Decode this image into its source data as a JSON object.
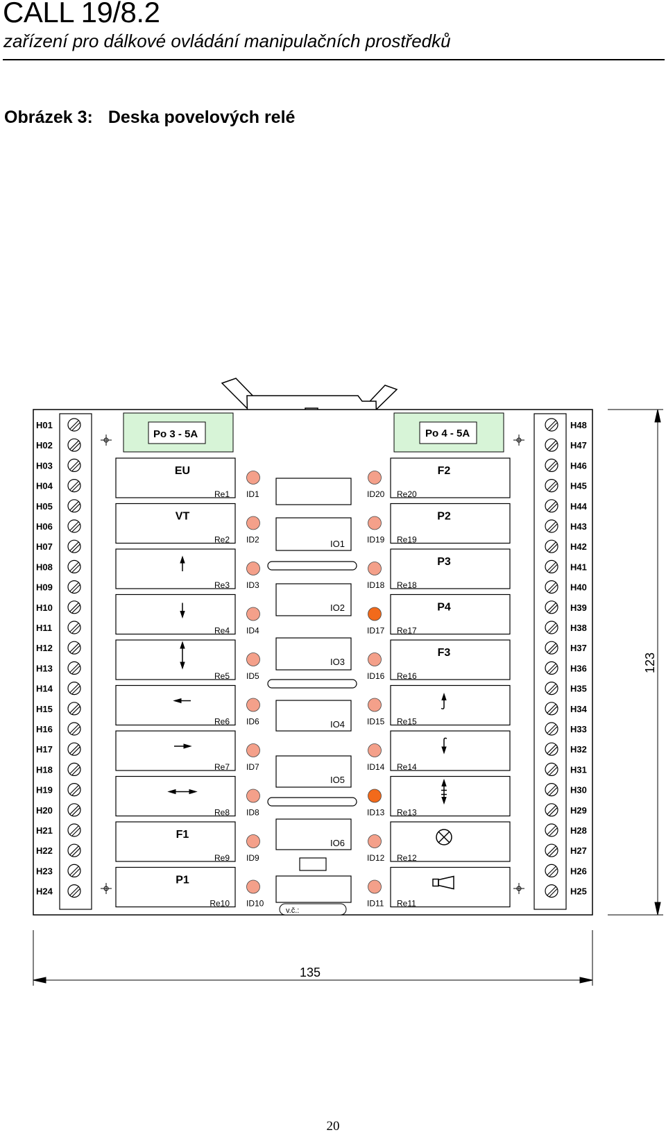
{
  "header": {
    "title": "CALL 19/8.2",
    "subtitle": "zařízení pro dálkové ovládání manipulačních prostředků"
  },
  "caption": {
    "label": "Obrázek 3:",
    "title": "Deska povelových relé"
  },
  "terminals_left": [
    "H01",
    "H02",
    "H03",
    "H04",
    "H05",
    "H06",
    "H07",
    "H08",
    "H09",
    "H10",
    "H11",
    "H12",
    "H13",
    "H14",
    "H15",
    "H16",
    "H17",
    "H18",
    "H19",
    "H20",
    "H21",
    "H22",
    "H23",
    "H24"
  ],
  "terminals_right": [
    "H48",
    "H47",
    "H46",
    "H45",
    "H44",
    "H43",
    "H42",
    "H41",
    "H40",
    "H39",
    "H38",
    "H37",
    "H36",
    "H35",
    "H34",
    "H33",
    "H32",
    "H31",
    "H30",
    "H29",
    "H28",
    "H27",
    "H26",
    "H25"
  ],
  "fuses": {
    "left": "Po 3 - 5A",
    "right": "Po 4 - 5A"
  },
  "relays_left": [
    {
      "name": "EU",
      "symbol": "",
      "re": "Re1",
      "id": "ID1",
      "led": "normal"
    },
    {
      "name": "VT",
      "symbol": "",
      "re": "Re2",
      "id": "ID2",
      "led": "normal"
    },
    {
      "name": "",
      "symbol": "arrow-up",
      "re": "Re3",
      "id": "ID3",
      "led": "normal"
    },
    {
      "name": "",
      "symbol": "arrow-down",
      "re": "Re4",
      "id": "ID4",
      "led": "normal"
    },
    {
      "name": "",
      "symbol": "arrow-up-down",
      "re": "Re5",
      "id": "ID5",
      "led": "normal"
    },
    {
      "name": "",
      "symbol": "arrow-left",
      "re": "Re6",
      "id": "ID6",
      "led": "normal"
    },
    {
      "name": "",
      "symbol": "arrow-right",
      "re": "Re7",
      "id": "ID7",
      "led": "normal"
    },
    {
      "name": "",
      "symbol": "arrow-left-right",
      "re": "Re8",
      "id": "ID8",
      "led": "normal"
    },
    {
      "name": "F1",
      "symbol": "",
      "re": "Re9",
      "id": "ID9",
      "led": "normal"
    },
    {
      "name": "P1",
      "symbol": "",
      "re": "Re10",
      "id": "ID10",
      "led": "normal"
    }
  ],
  "relays_right": [
    {
      "name": "F2",
      "symbol": "",
      "re": "Re20",
      "id": "ID20",
      "led": "normal"
    },
    {
      "name": "P2",
      "symbol": "",
      "re": "Re19",
      "id": "ID19",
      "led": "normal"
    },
    {
      "name": "P3",
      "symbol": "",
      "re": "Re18",
      "id": "ID18",
      "led": "normal"
    },
    {
      "name": "P4",
      "symbol": "",
      "re": "Re17",
      "id": "ID17",
      "led": "active"
    },
    {
      "name": "F3",
      "symbol": "",
      "re": "Re16",
      "id": "ID16",
      "led": "normal"
    },
    {
      "name": "",
      "symbol": "hook-up",
      "re": "Re15",
      "id": "ID15",
      "led": "normal"
    },
    {
      "name": "",
      "symbol": "hook-down",
      "re": "Re14",
      "id": "ID14",
      "led": "normal"
    },
    {
      "name": "",
      "symbol": "hook-up-down",
      "re": "Re13",
      "id": "ID13",
      "led": "active"
    },
    {
      "name": "",
      "symbol": "lamp",
      "re": "Re12",
      "id": "ID12",
      "led": "normal"
    },
    {
      "name": "",
      "symbol": "horn",
      "re": "Re11",
      "id": "ID11",
      "led": "normal"
    }
  ],
  "ic_labels": [
    "IO1",
    "IO2",
    "IO3",
    "IO4",
    "IO5",
    "IO6"
  ],
  "serial_label": "v.č.:",
  "dimensions": {
    "width": "135",
    "height": "123"
  },
  "colors": {
    "led_normal": "#f4a08a",
    "led_active": "#f26a1b",
    "fuse_fill": "#d7f4d7",
    "board": "#ffffff"
  },
  "page_number": "20"
}
